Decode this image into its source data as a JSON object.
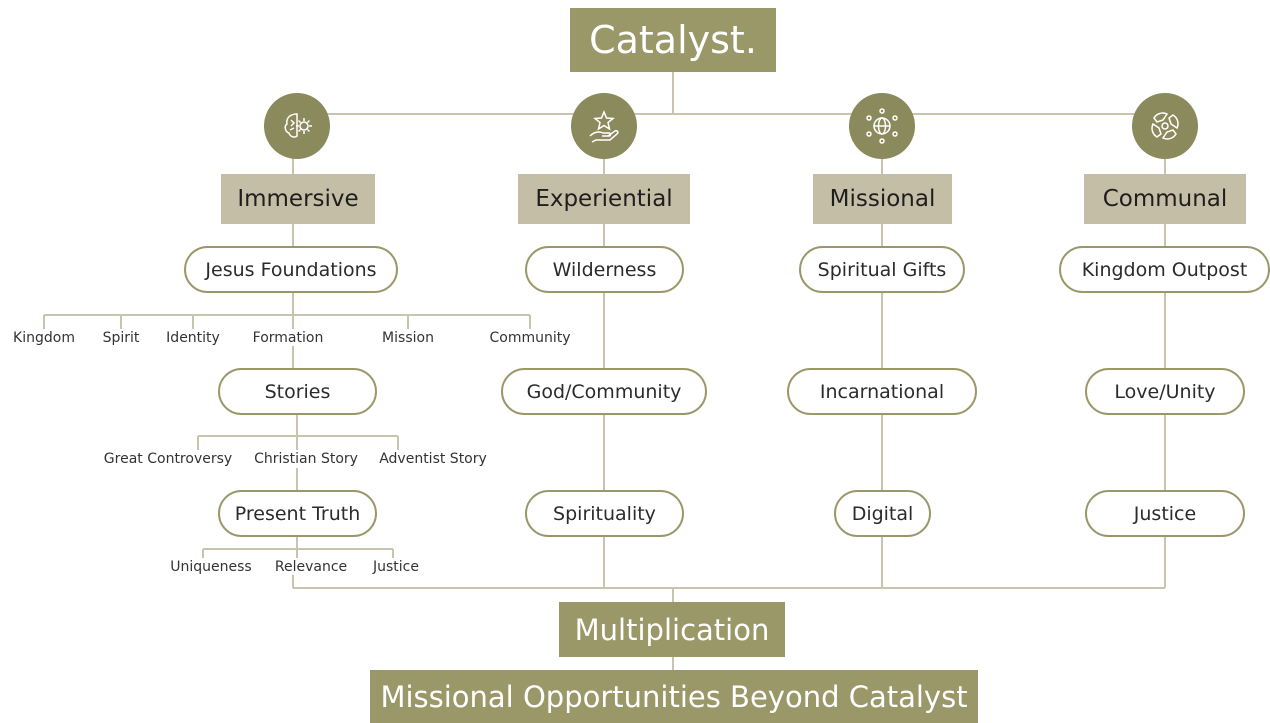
{
  "title": "Catalyst.",
  "pillars": [
    {
      "name": "Immersive",
      "icon": "brain-gear-icon",
      "items": [
        "Jesus Foundations"
      ]
    },
    {
      "name": "Experiential",
      "icon": "hand-star-icon",
      "items": [
        "Wilderness",
        "God/Community",
        "Spirituality"
      ]
    },
    {
      "name": "Missional",
      "icon": "globe-network-icon",
      "items": [
        "Spiritual Gifts",
        "Incarnational",
        "Digital"
      ]
    },
    {
      "name": "Communal",
      "icon": "hands-circle-icon",
      "items": [
        "Kingdom Outpost",
        "Love/Unity",
        "Justice"
      ]
    }
  ],
  "immersive_tree": {
    "foundations_topics": [
      "Kingdom",
      "Spirit",
      "Identity",
      "Formation",
      "Mission",
      "Community"
    ],
    "stories": "Stories",
    "story_topics": [
      "Great Controversy",
      "Christian Story",
      "Adventist Story"
    ],
    "present_truth": "Present Truth",
    "truth_topics": [
      "Uniqueness",
      "Relevance",
      "Justice"
    ]
  },
  "multiplication": "Multiplication",
  "beyond": "Missional Opportunities Beyond Catalyst",
  "colors": {
    "olive": "#9a9868",
    "tan": "#c4bea7",
    "line": "#c9c4ae",
    "icon_bg": "#8b8a5c"
  }
}
